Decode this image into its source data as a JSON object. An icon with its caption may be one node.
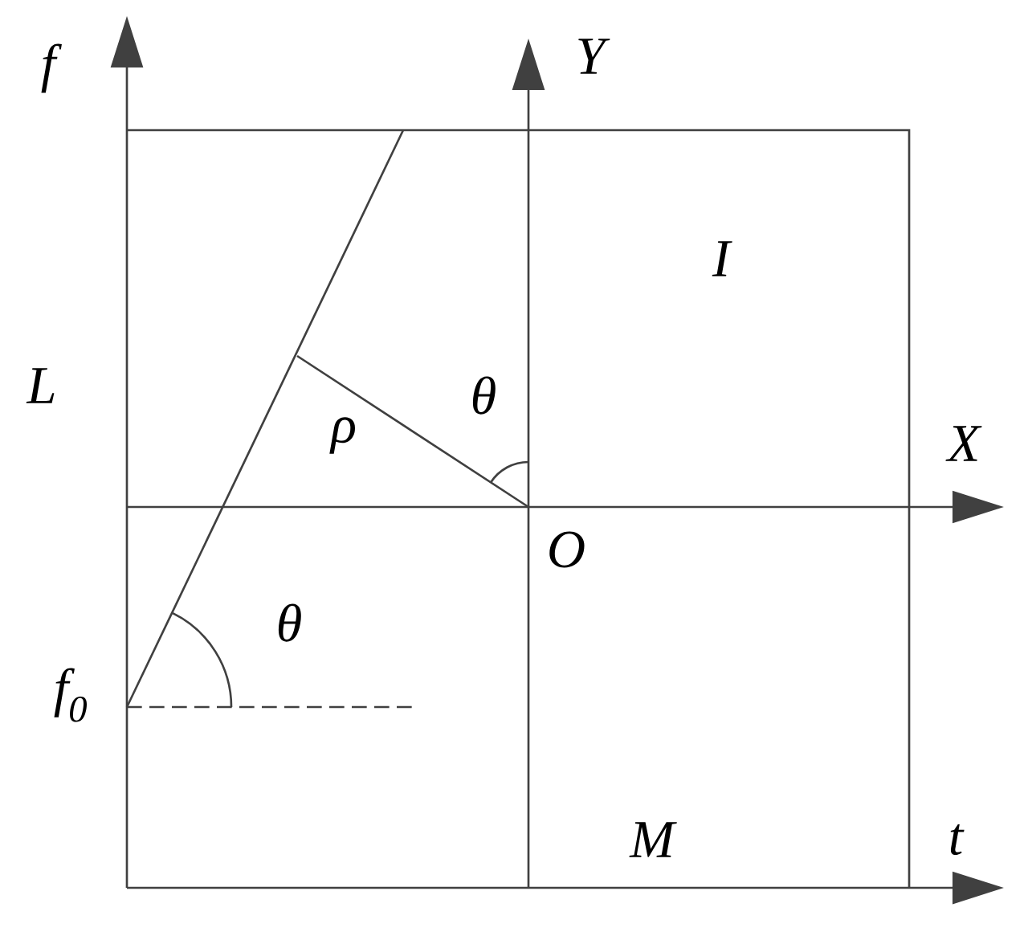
{
  "diagram": {
    "labels": [
      "f",
      "Y",
      "I",
      "L",
      "θ",
      "ρ",
      "X",
      "O",
      "θ",
      "f$_{0}$",
      "M",
      "t"
    ]
  }
}
